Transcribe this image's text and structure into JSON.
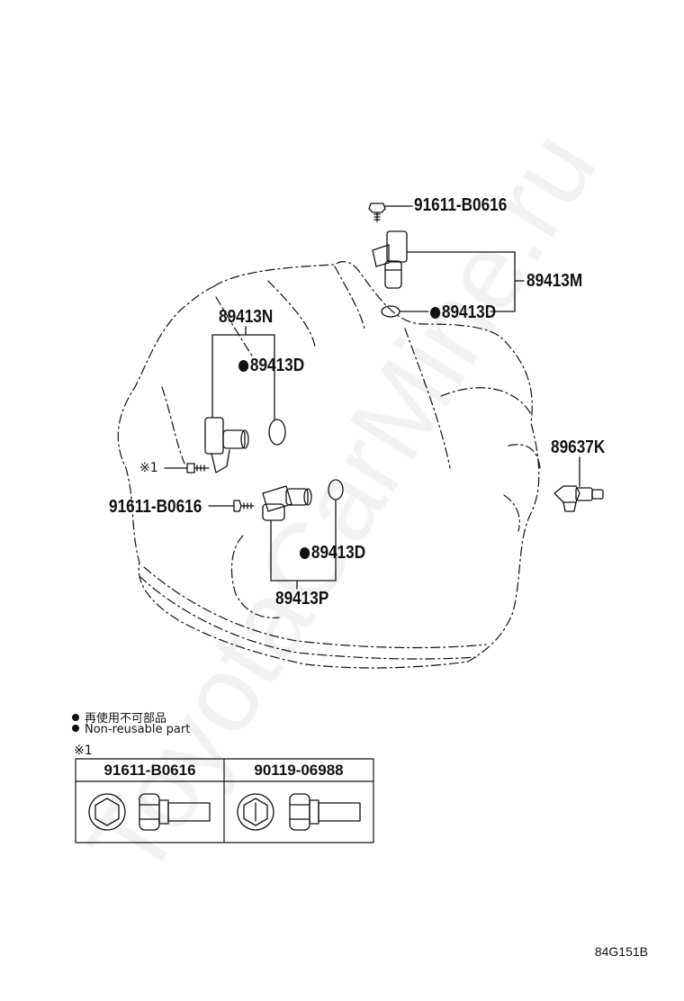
{
  "labels": {
    "bolt_top": "91611-B0616",
    "sensor_m": "89413M",
    "oring_m": "89413D",
    "sensor_n": "89413N",
    "oring_n": "89413D",
    "bolt_note_mark": "※1",
    "bolt_left": "91611-B0616",
    "sensor_p": "89413P",
    "oring_p": "89413D",
    "switch_k": "89637K"
  },
  "legend": {
    "line_jp": "再使用不可部品",
    "line_en": "Non-reusable part"
  },
  "note": {
    "mark": "※1",
    "table_headers": [
      "91611-B0616",
      "90119-06988"
    ]
  },
  "diagram_ref": "84G151B",
  "watermark": "ToyotaCarMine.ru",
  "colors": {
    "ink": "#111111",
    "paper": "#ffffff"
  }
}
